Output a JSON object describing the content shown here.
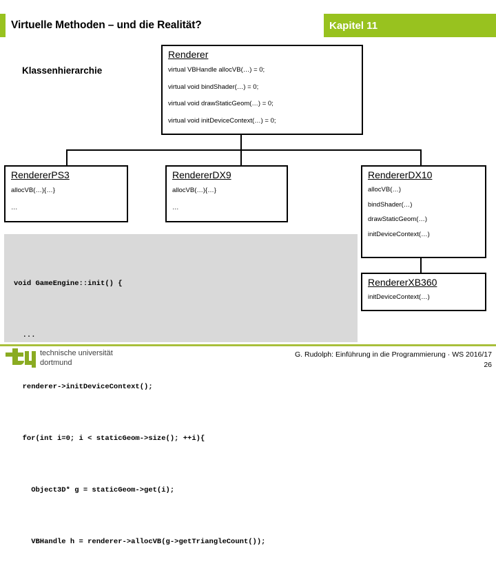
{
  "header": {
    "title": "Virtuelle Methoden – und die Realität?",
    "chapter": "Kapitel 11",
    "green": "#98c21f"
  },
  "slide": {
    "label": "Klassenhierarchie"
  },
  "diagram": {
    "classes": [
      {
        "name": "Renderer",
        "members": [
          "virtual VBHandle allocVB(…) = 0;",
          "virtual void bindShader(…) = 0;",
          "virtual void drawStaticGeom(…) = 0;",
          "virtual void initDeviceContext(…) = 0;"
        ]
      },
      {
        "name": "RendererPS3",
        "members": [
          "allocVB(…){…}",
          "…"
        ]
      },
      {
        "name": "RendererDX9",
        "members": [
          "allocVB(…){…}",
          "…"
        ]
      },
      {
        "name": "RendererDX10",
        "members": [
          "allocVB(…)",
          "bindShader(…)",
          "drawStaticGeom(…)",
          "initDeviceContext(…)"
        ]
      },
      {
        "name": "RendererXB360",
        "members": [
          "initDeviceContext(…)"
        ]
      }
    ]
  },
  "code": {
    "lines": [
      "void GameEngine::init() {",
      "  ...",
      "  renderer->initDeviceContext();",
      "  for(int i=0; i < staticGeom->size(); ++i){",
      "    Object3D* g = staticGeom->get(i);",
      "    VBHandle h = renderer->allocVB(g->getTriangleCount());"
    ]
  },
  "footer": {
    "logo_line1": "technische universität",
    "logo_line2": "dortmund",
    "credit": "G. Rudolph: Einführung in die Programmierung · WS 2016/17",
    "page": "26",
    "rule_color": "#a8bf3a"
  }
}
